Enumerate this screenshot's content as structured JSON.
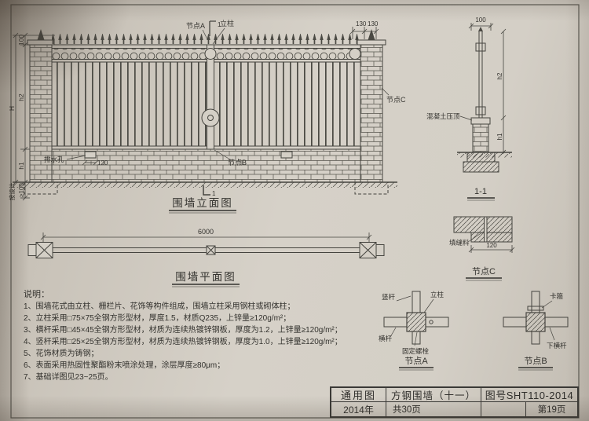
{
  "colors": {
    "ink": "#45443f",
    "paper": "#d4cfc6"
  },
  "elevation": {
    "title": "围墙立面图",
    "callouts": {
      "node_a": "节点A",
      "post": "立柱",
      "node_b": "节点B",
      "node_c": "节点C",
      "drain": "排水孔",
      "section_mark": "1"
    },
    "dims": {
      "cap": "100",
      "total": "H",
      "upper": "h2",
      "lower": "h1",
      "embed": "≥100",
      "foundation": "按设计",
      "pillar_half_1": "130",
      "pillar_half_2": "130",
      "drain_width": "120"
    }
  },
  "section_1_1": {
    "title": "1-1",
    "dim_top": "100",
    "dim_upper": "h2",
    "dim_lower": "h1",
    "coping_label": "混凝土压顶"
  },
  "plan": {
    "title": "围墙平面图",
    "dim_length": "6000"
  },
  "detail_c": {
    "title": "节点C",
    "filler_label": "填缝料",
    "dim": "120"
  },
  "detail_a": {
    "title": "节点A",
    "labels": {
      "vertical_bar": "竖杆",
      "post": "立柱",
      "horizontal_bar": "横杆",
      "bolt": "固定螺栓"
    }
  },
  "detail_b": {
    "title": "节点B",
    "labels": {
      "clamp": "卡箍",
      "lower_bar": "下横杆"
    }
  },
  "notes": {
    "title": "说明：",
    "items": [
      "1、围墙花式由立柱、栅栏片、花饰等构件组成，围墙立柱采用钢柱或砌体柱；",
      "2、立柱采用□75×75全钢方形型材，厚度1.5，材质Q235，上锌量≥120g/m²；",
      "3、横杆采用□45×45全钢方形型材，材质为连续热镀锌钢板，厚度为1.2，上锌量≥120g/m²；",
      "4、竖杆采用□25×25全钢方形型材，材质为连续热镀锌钢板，厚度为1.0，上锌量≥120g/m²；",
      "5、花饰材质为铸钢；",
      "6、表面采用热固性聚酯粉末喷涂处理，涂层厚度≥80μm；",
      "7、基础详图见23~25页。"
    ]
  },
  "titleblock": {
    "category": "通用图",
    "year": "2014年",
    "drawing_name": "方钢围墙（十一）",
    "drawing_no": "图号SHT110-2014",
    "total_pages": "共30页",
    "page": "第19页"
  }
}
